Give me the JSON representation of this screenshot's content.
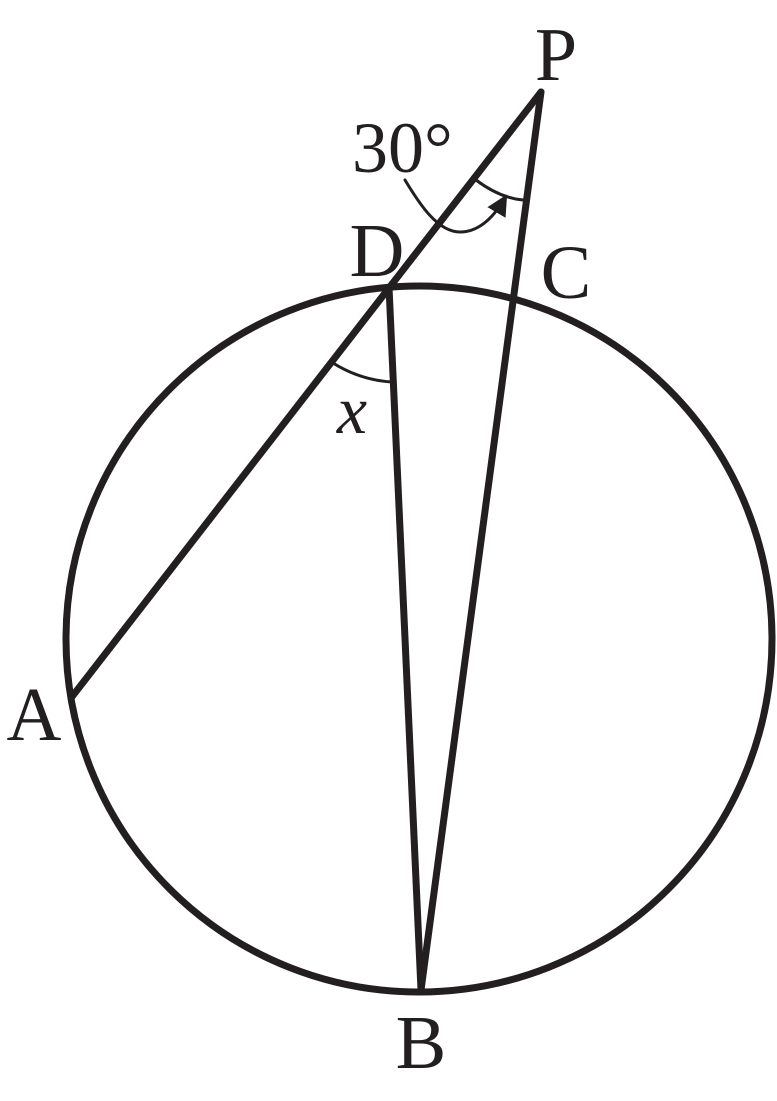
{
  "points": {
    "P": "P",
    "D": "D",
    "C": "C",
    "A": "A",
    "B": "B"
  },
  "angles": {
    "at_P": "30°",
    "at_D": "x"
  },
  "colors": {
    "ink": "#231f20",
    "background": "#ffffff"
  }
}
